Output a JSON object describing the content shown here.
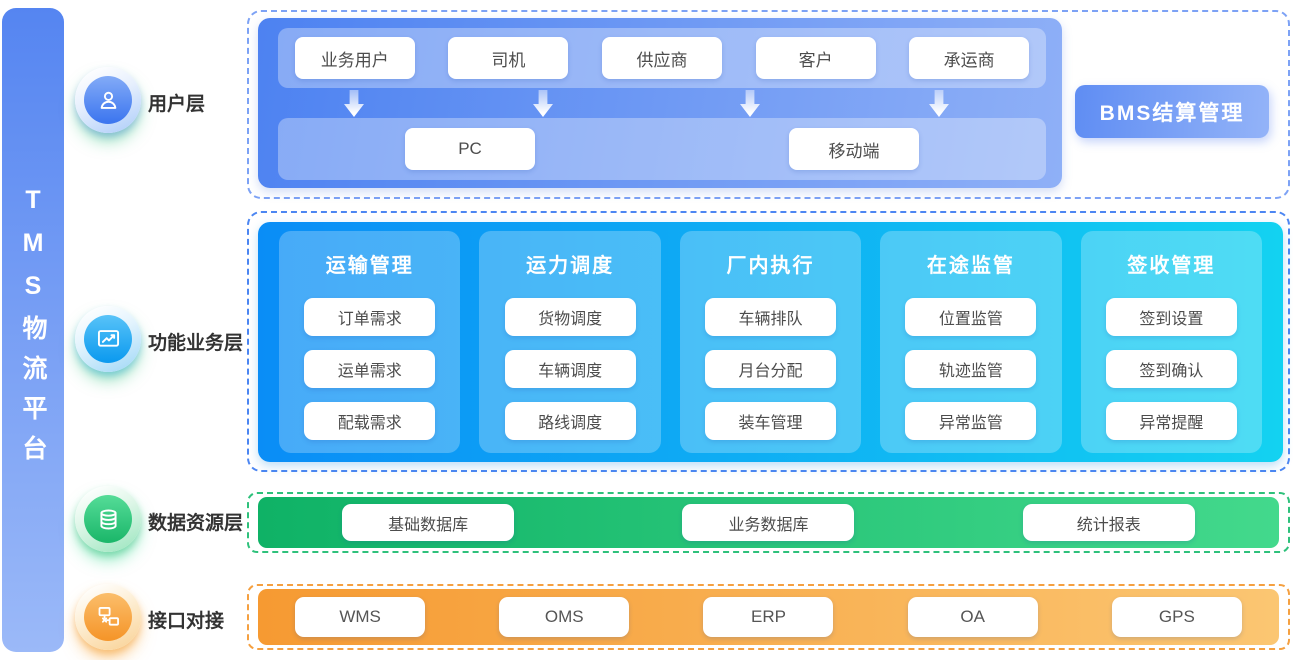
{
  "platform_title": "TMS物流平台",
  "layers": {
    "user": {
      "label": "用户层"
    },
    "business": {
      "label": "功能业务层"
    },
    "data": {
      "label": "数据资源层"
    },
    "interface": {
      "label": "接口对接"
    }
  },
  "user_layer": {
    "roles": [
      "业务用户",
      "司机",
      "供应商",
      "客户",
      "承运商"
    ],
    "terminals": [
      "PC",
      "移动端"
    ],
    "bms_button": "BMS结算管理"
  },
  "business_layer": {
    "columns": [
      {
        "title": "运输管理",
        "items": [
          "订单需求",
          "运单需求",
          "配载需求"
        ]
      },
      {
        "title": "运力调度",
        "items": [
          "货物调度",
          "车辆调度",
          "路线调度"
        ]
      },
      {
        "title": "厂内执行",
        "items": [
          "车辆排队",
          "月台分配",
          "装车管理"
        ]
      },
      {
        "title": "在途监管",
        "items": [
          "位置监管",
          "轨迹监管",
          "异常监管"
        ]
      },
      {
        "title": "签收管理",
        "items": [
          "签到设置",
          "签到确认",
          "异常提醒"
        ]
      }
    ]
  },
  "data_layer": {
    "items": [
      "基础数据库",
      "业务数据库",
      "统计报表"
    ]
  },
  "interface_layer": {
    "items": [
      "WMS",
      "OMS",
      "ERP",
      "OA",
      "GPS"
    ]
  },
  "colors": {
    "sidebar_top": "#5585F1",
    "sidebar_bottom": "#9BB9F8",
    "user_panel_start": "#4D82F1",
    "user_panel_end": "#8FB0F7",
    "bms_start": "#5F8DF3",
    "bms_end": "#93B3F8",
    "business_panel_start": "#0A8DF6",
    "business_panel_end": "#13D2F1",
    "data_panel_start": "#0FB266",
    "data_panel_end": "#43D98C",
    "interface_panel_start": "#F69A32",
    "interface_panel_end": "#FBC672"
  }
}
